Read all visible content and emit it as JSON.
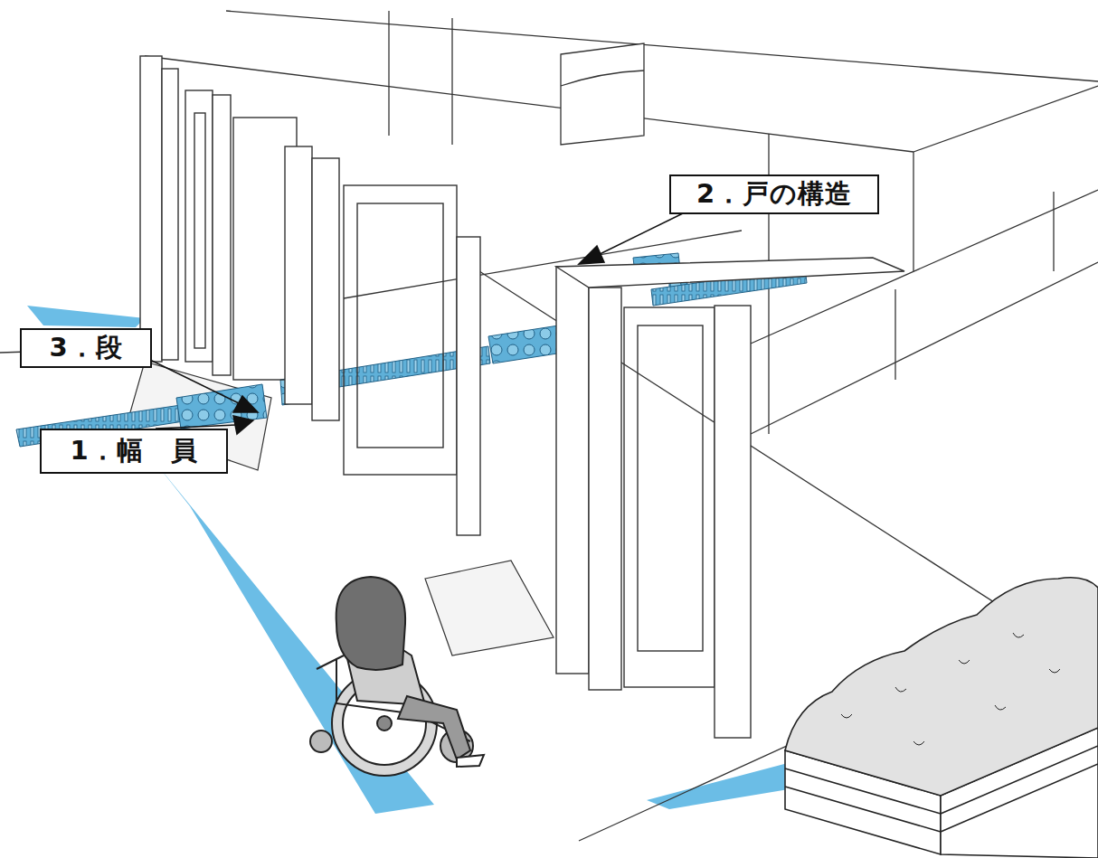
{
  "diagram": {
    "nodes": [
      {
        "text": [
          "2．戸の構造"
        ]
      },
      {
        "text": [
          "3．段"
        ]
      },
      {
        "text": [
          "1．幅　員"
        ]
      }
    ]
  }
}
